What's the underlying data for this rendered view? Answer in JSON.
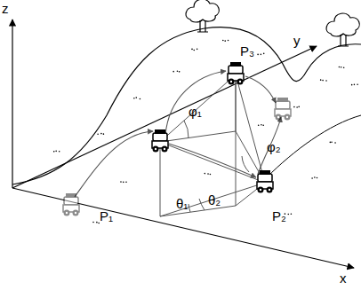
{
  "diagram": {
    "labels": [
      "z",
      "y",
      "x",
      "P₃",
      "P₁",
      "P₂",
      "φ₁",
      "φ₂",
      "θ₁",
      "θ₂"
    ]
  }
}
